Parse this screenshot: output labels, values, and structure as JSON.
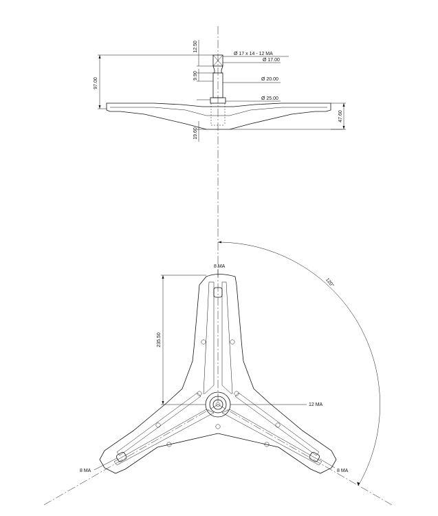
{
  "side_view": {
    "dim_hub_height": "12.50",
    "dim_spline": "Ø 17 x 14 - 12 MA",
    "dim_shaft_top": "Ø 17.00",
    "dim_shaft_section": "9.90",
    "dim_shaft_dia": "Ø 20.00",
    "dim_overall_height": "97.00",
    "dim_base_dia": "Ø 25.00",
    "dim_bottom_depth": "19.60",
    "dim_arm_height": "47.60"
  },
  "top_view": {
    "label_top_thread": "8 MA",
    "dim_arm_length": "235.50",
    "label_center_thread": "12 MA",
    "label_left_thread": "8 MA",
    "label_right_thread": "8 MA",
    "angle_label": "120°"
  }
}
